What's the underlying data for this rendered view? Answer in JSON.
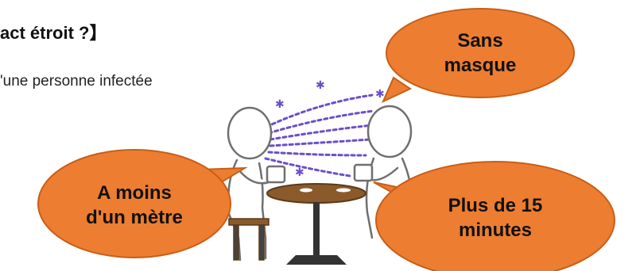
{
  "heading": "act étroit ?】",
  "subtext": "'une personne infectée",
  "bubbles": {
    "top_right": {
      "line1": "Sans",
      "line2": "masque"
    },
    "left": {
      "line1": "A moins",
      "line2": "d'un mètre"
    },
    "bottom_right": {
      "line1": "Plus de 15",
      "line2": "minutes"
    }
  },
  "colors": {
    "bubble_fill": "#ED7D31",
    "bubble_stroke": "#C65F18",
    "table": "#8B5A2B",
    "droplets": "#6A4FC9"
  }
}
